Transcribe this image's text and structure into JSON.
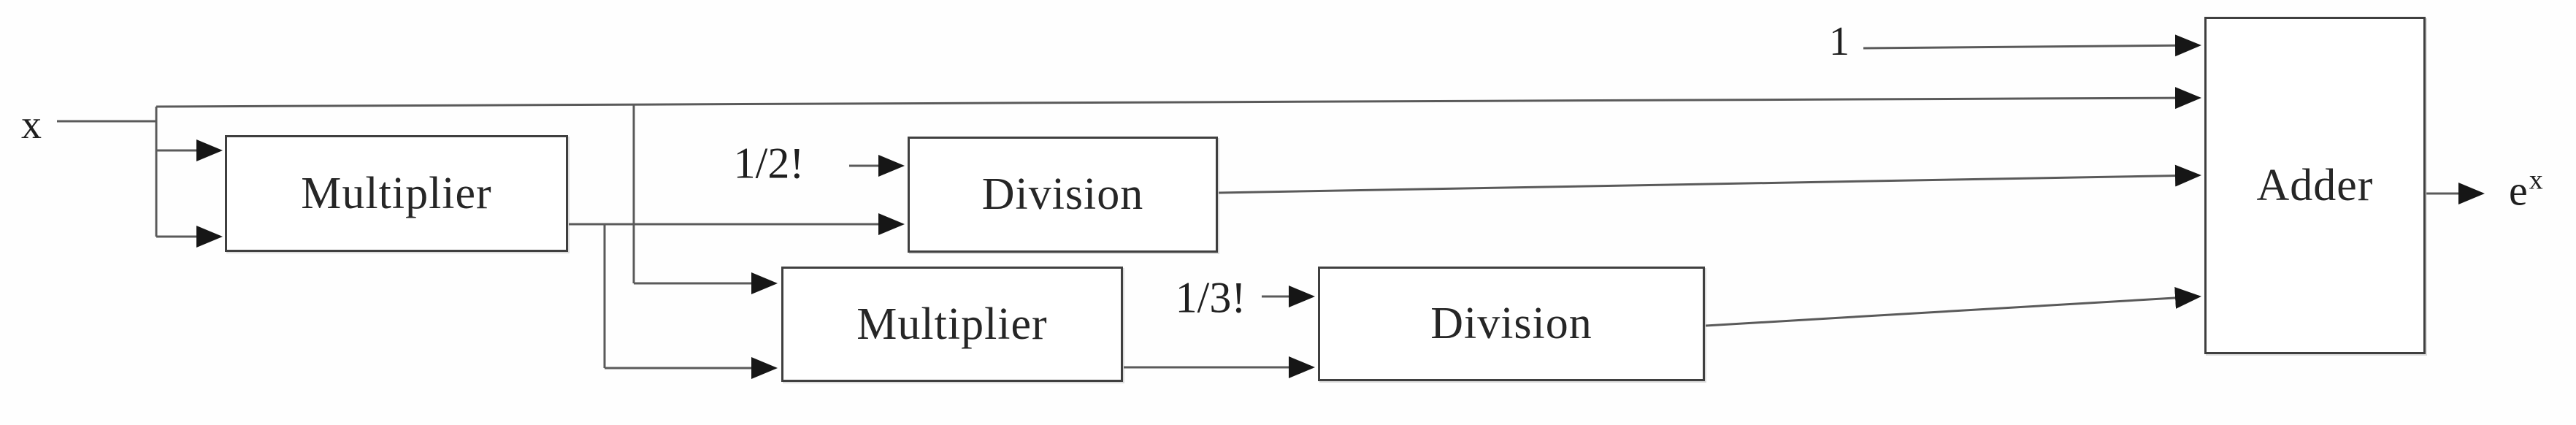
{
  "diagram": {
    "type": "block-diagram",
    "labels": {
      "input": "x",
      "one": "1",
      "half_factorial": "1/2!",
      "third_factorial": "1/3!"
    },
    "blocks": {
      "multiplier1": "Multiplier",
      "division1": "Division",
      "multiplier2": "Multiplier",
      "division2": "Division",
      "adder": "Adder"
    },
    "output": {
      "base": "e",
      "exponent": "x"
    },
    "colors": {
      "background": "#ffffff",
      "line": "#5a5a5a",
      "box_border": "#3f3f3f",
      "text": "#1f1f1f",
      "arrowhead": "#161616"
    }
  }
}
